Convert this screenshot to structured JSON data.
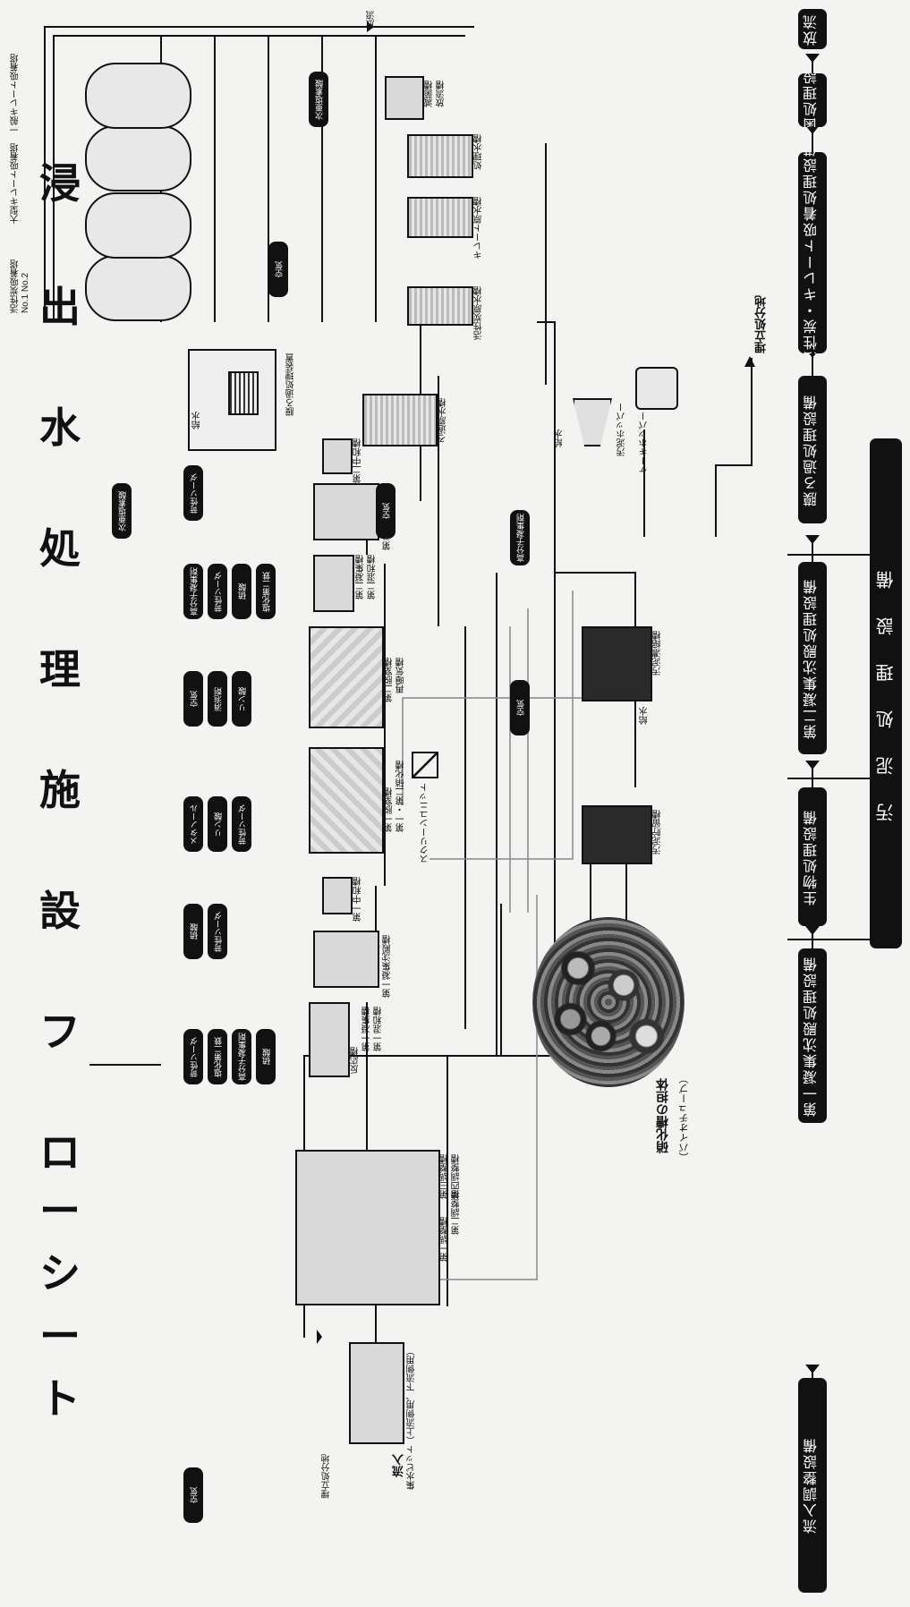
{
  "title": [
    "浸",
    "出",
    "水",
    "処",
    "理",
    "施",
    "設",
    "フ",
    "ロ",
    "ー",
    "シ",
    "ー",
    "ト"
  ],
  "process_bar": {
    "items": [
      "流入調整設備",
      "第一凝集沈殿処理設備",
      "生物処理設備",
      "第二凝集沈殿処理設備",
      "膜ろ過処理設備",
      "活性炭・キレート吸着処理設備",
      "滅菌処理設備",
      "放流"
    ]
  },
  "sludge_bar": {
    "label": "汚　泥　処　理　設　備"
  },
  "tank_labels": {
    "inflow": "流入",
    "pit": "集水ピット（上流側用、下流側用）",
    "adjust": [
      "第一調整槽",
      "第二調整槽",
      "第三調整槽",
      "第四調整槽"
    ],
    "coag1": [
      "反応槽",
      "第一凝集槽",
      "第一混和槽"
    ],
    "settle1": "第一凝集沈殿槽",
    "neutral1": "第一中和槽",
    "screen": "スクリーンユニット",
    "bio": [
      "第一脱窒槽",
      "第一・第二硝化槽",
      "第二脱窒槽",
      "再曝気槽"
    ],
    "coag2": [
      "第二凝集槽",
      "第二混和槽"
    ],
    "settle2": "第二凝集沈殿槽",
    "neutral2": "第二中和槽",
    "filter_water": "ろ過原水槽",
    "membrane": "膜ろ過処理装置",
    "ac_raw": "活性炭原水槽",
    "chelate_raw": "キレート原水槽",
    "treated": "処理水槽",
    "disinfect": [
      "滅菌槽",
      "放流槽"
    ],
    "discharge": "放流",
    "ac_tower": "活性炭吸着塔 No.1 No.2",
    "chelate_tower": "大型キレート吸着塔",
    "chelate_tower2": "一般キレート吸着塔",
    "sludge_tank": "汚泥貯留槽",
    "thick_tank": "汚泥濃縮槽",
    "sludge_hopper": "汚泥ホッパー",
    "cake_hopper": "ケーキホッパー",
    "landfill": "埋立処分地",
    "landfill_small": "埋立処分地",
    "water": "給水",
    "photo_caption": "硝化槽の担体",
    "photo_caption2": "（バイオチューブ）"
  },
  "chemical_pills": [
    "苛性ソーダ",
    "硫酸",
    "塩化第二鉄",
    "高分子凝集剤",
    "消泡剤",
    "空気",
    "苛性ソーダ",
    "メタノール",
    "リン酸",
    "空気",
    "硫酸",
    "苛性ソーダ",
    "高分子凝集剤",
    "次亜塩素酸"
  ],
  "colors": {
    "bar": "#111111",
    "line": "#111111",
    "tank_fill": "#d9d9d9",
    "paper": "#f3f3f1"
  }
}
